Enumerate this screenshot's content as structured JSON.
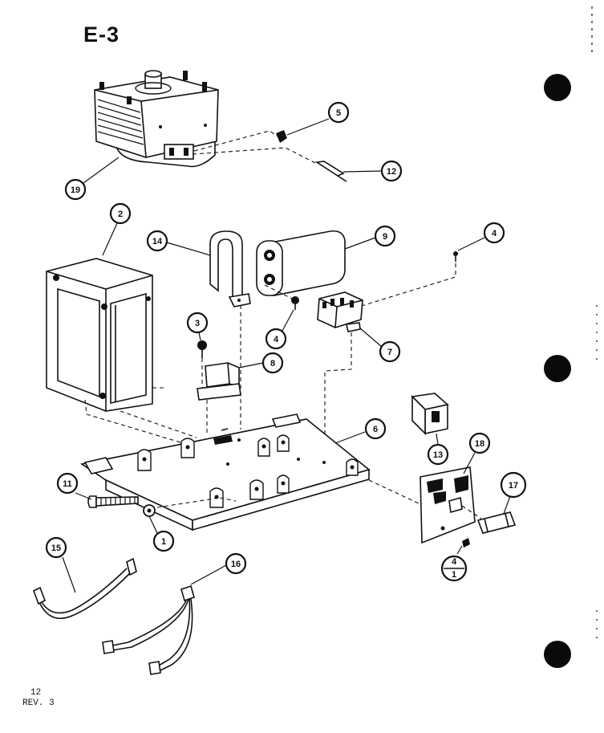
{
  "page_title": "E-3",
  "footer": {
    "page_number": "12",
    "revision": "REV. 3"
  },
  "callouts": [
    {
      "id": "c19",
      "label": "19"
    },
    {
      "id": "c5",
      "label": "5"
    },
    {
      "id": "c12",
      "label": "12"
    },
    {
      "id": "c2",
      "label": "2"
    },
    {
      "id": "c14",
      "label": "14"
    },
    {
      "id": "c9",
      "label": "9"
    },
    {
      "id": "c4a",
      "label": "4"
    },
    {
      "id": "c4b",
      "label": "4"
    },
    {
      "id": "c3",
      "label": "3"
    },
    {
      "id": "c7",
      "label": "7"
    },
    {
      "id": "c8",
      "label": "8"
    },
    {
      "id": "c6",
      "label": "6"
    },
    {
      "id": "c13",
      "label": "13"
    },
    {
      "id": "c18",
      "label": "18"
    },
    {
      "id": "c17",
      "label": "17"
    },
    {
      "id": "c11",
      "label": "11"
    },
    {
      "id": "c1",
      "label": "1"
    },
    {
      "id": "c15",
      "label": "15"
    },
    {
      "id": "c16",
      "label": "16"
    }
  ],
  "fraction_callout": {
    "top": "4",
    "bottom": "1"
  }
}
